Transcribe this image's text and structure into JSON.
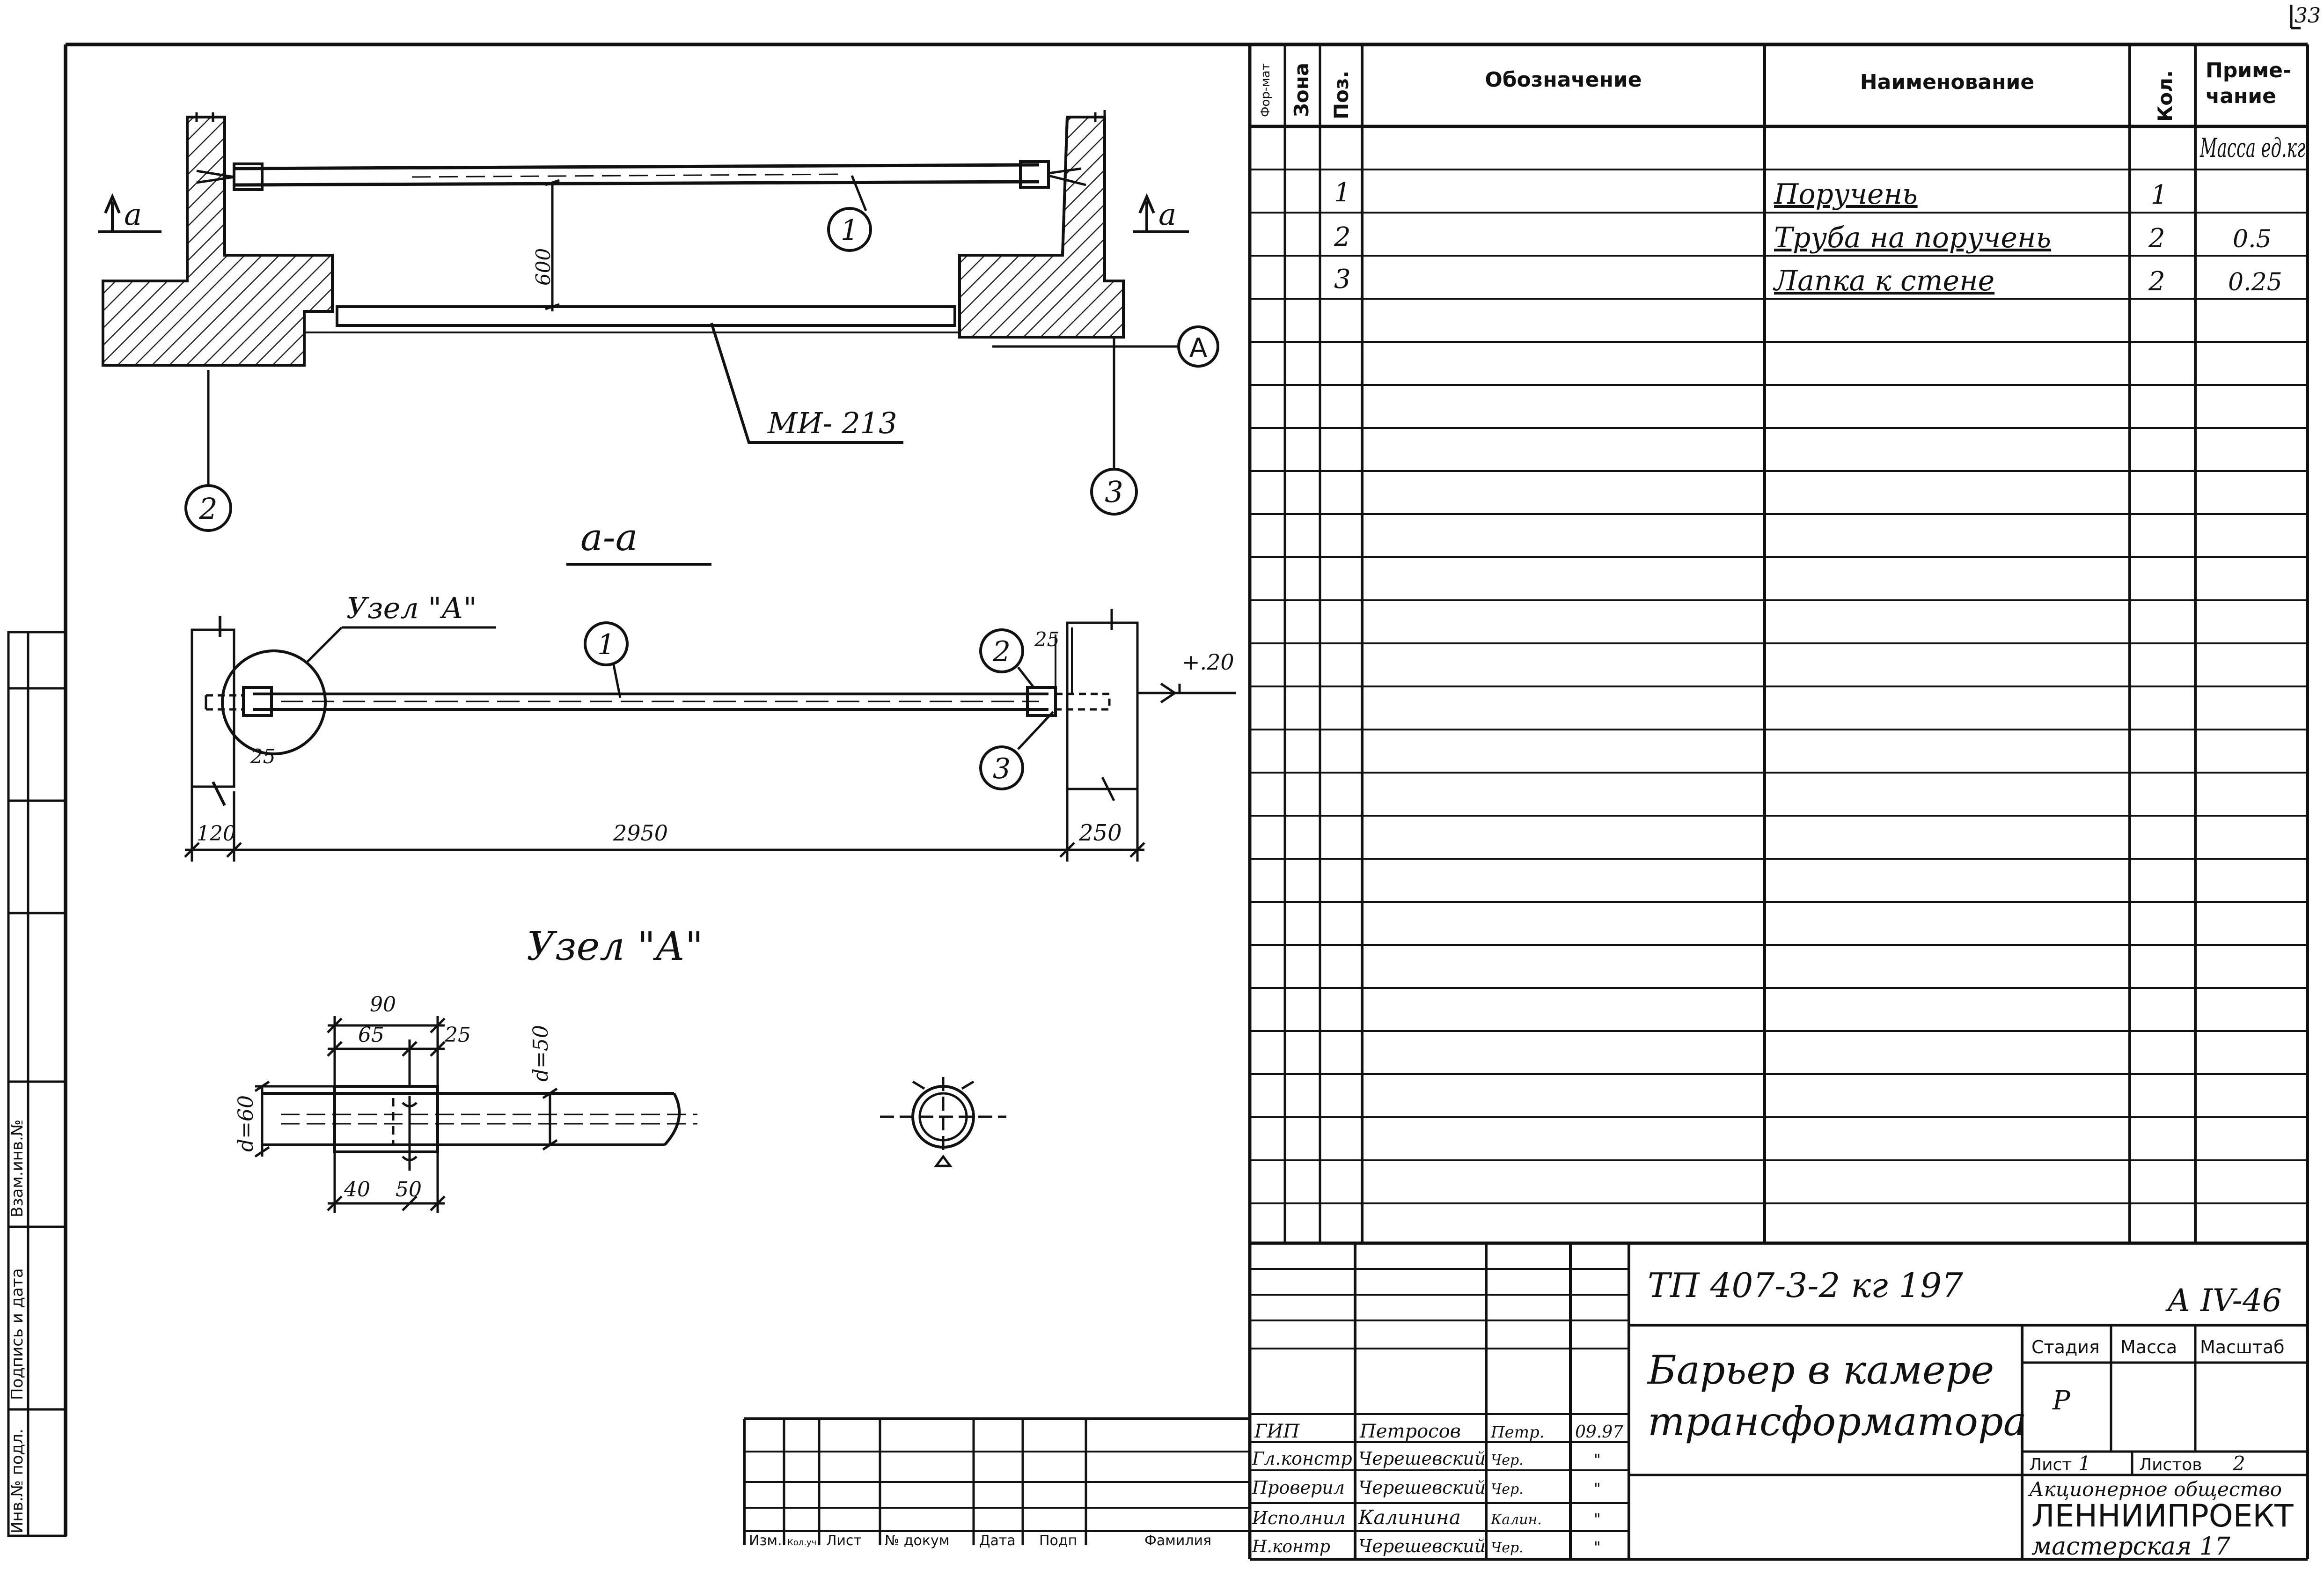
{
  "page": {
    "sheet_corner_number": "33"
  },
  "drawing": {
    "top_view": {
      "section_mark_left": "a",
      "section_mark_right": "a",
      "dim_height": "600",
      "callout_1": "1",
      "callout_2": "2",
      "callout_3": "3",
      "callout_A": "A",
      "beam_label": "МИ- 213"
    },
    "section_view": {
      "title": "а-а",
      "node_label": "Узел \"А\"",
      "callout_1": "1",
      "callout_2": "2",
      "callout_3": "3",
      "dim_25_left": "25",
      "dim_25_right": "25",
      "level_mark": "+.20",
      "dim_120": "120",
      "dim_2950": "2950",
      "dim_250": "250"
    },
    "node_detail": {
      "title": "Узел \"А\"",
      "dim_90": "90",
      "dim_65": "65",
      "dim_25": "25",
      "dim_40": "40",
      "dim_50": "50",
      "dim_d60": "d=60",
      "dim_d50": "d=50"
    }
  },
  "spec_table": {
    "headers": {
      "format": "Фор-мат",
      "zone": "Зона",
      "pos": "Поз.",
      "designation": "Обозначение",
      "name": "Наименование",
      "qty": "Кол.",
      "note": "Приме-чание"
    },
    "mass_note": "Масса ед.кг",
    "rows": [
      {
        "pos": "1",
        "name": "Поручень",
        "qty": "1",
        "note": ""
      },
      {
        "pos": "2",
        "name": "Труба на поручень",
        "qty": "2",
        "note": "0.5"
      },
      {
        "pos": "3",
        "name": "Лапка к стене",
        "qty": "2",
        "note": "0.25"
      }
    ]
  },
  "left_margin_labels": {
    "inv_podl": "Инв.№ подл.",
    "podpis_data": "Подпись и дата",
    "vzam_inv": "Взам.инв.№"
  },
  "revision_block": {
    "headers": [
      "Изм.",
      "Кол.уч",
      "Лист",
      "№ докум",
      "Дата",
      "Подп",
      "Фамилия"
    ]
  },
  "title_block": {
    "doc_code": "ТП 407-3-2 кг 197",
    "sheet_code": "А IV-46",
    "title_line1": "Барьер в камере",
    "title_line2": "трансформатора",
    "stage_label": "Стадия",
    "mass_label": "Масса",
    "scale_label": "Масштаб",
    "stage_value": "Р",
    "sheet_label": "Лист",
    "sheet_value": "1",
    "sheets_label": "Листов",
    "sheets_value": "2",
    "org_line1": "Акционерное общество",
    "org_line2": "ЛЕННИИПРОЕКТ",
    "org_line3": "мастерская 17",
    "signatures": [
      {
        "role": "ГИП",
        "name": "Петросов",
        "sign": "Петр.",
        "date": "09.97"
      },
      {
        "role": "Гл.констр",
        "name": "Черешевский",
        "sign": "Чер.",
        "date": "\""
      },
      {
        "role": "Проверил",
        "name": "Черешевский",
        "sign": "Чер.",
        "date": "\""
      },
      {
        "role": "Исполнил",
        "name": "Калинина",
        "sign": "Калин.",
        "date": "\""
      },
      {
        "role": "Н.контр",
        "name": "Черешевский",
        "sign": "Чер.",
        "date": "\""
      }
    ]
  }
}
